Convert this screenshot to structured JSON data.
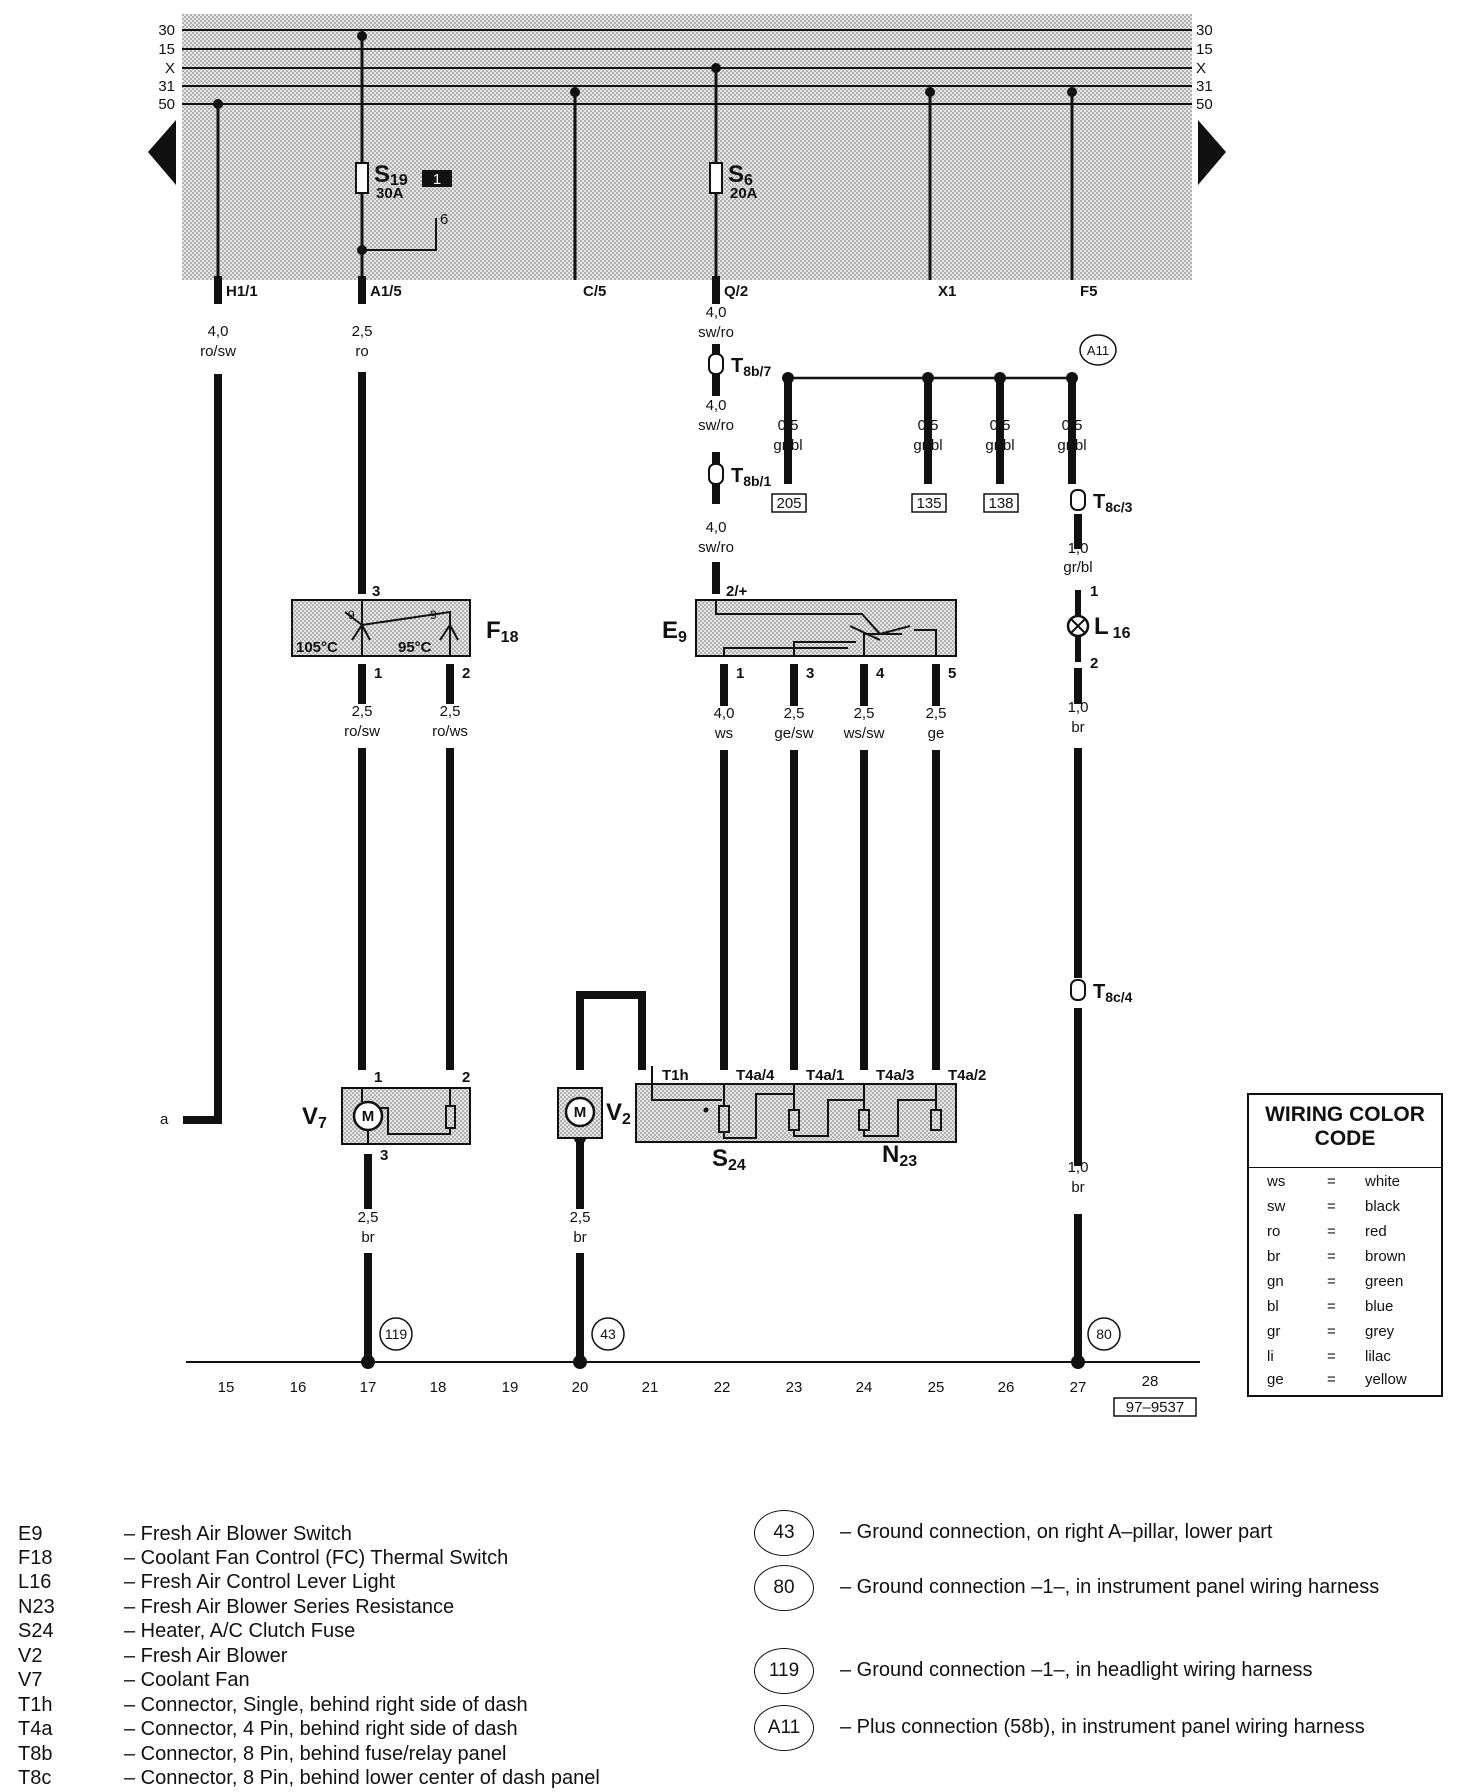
{
  "bus_labels": [
    "30",
    "15",
    "X",
    "31",
    "50"
  ],
  "fuses": [
    {
      "name": "S",
      "sub": "19",
      "rating": "30A"
    },
    {
      "name": "S",
      "sub": "6",
      "rating": "20A"
    }
  ],
  "fuse_tag": "1",
  "fuse_tap_label": "6",
  "panel_terminals": [
    "H1/1",
    "A1/5",
    "C/5",
    "Q/2",
    "X1",
    "F5"
  ],
  "wires": {
    "h11": [
      "4,0",
      "ro/sw"
    ],
    "a15": [
      "2,5",
      "ro"
    ],
    "q2a": [
      "4,0",
      "sw/ro"
    ],
    "q2b": [
      "4,0",
      "sw/ro"
    ],
    "q2c": [
      "4,0",
      "sw/ro"
    ],
    "b205": [
      "0,5",
      "gr/bl"
    ],
    "b135": [
      "0,5",
      "gr/bl"
    ],
    "b138": [
      "0,5",
      "gr/bl"
    ],
    "bA11": [
      "0,5",
      "gr/bl"
    ],
    "l16in": [
      "1,0",
      "gr/bl"
    ],
    "l16out": [
      "1,0",
      "br"
    ],
    "f18p1": [
      "2,5",
      "ro/sw"
    ],
    "f18p2": [
      "2,5",
      "ro/ws"
    ],
    "e9p1": [
      "4,0",
      "ws"
    ],
    "e9p3": [
      "2,5",
      "ge/sw"
    ],
    "e9p4": [
      "2,5",
      "ws/sw"
    ],
    "e9p5": [
      "2,5",
      "ge"
    ],
    "v7gnd": [
      "2,5",
      "br"
    ],
    "v2gnd": [
      "2,5",
      "br"
    ],
    "t8c4gnd": [
      "1,0",
      "br"
    ]
  },
  "connectors": {
    "t8b7": {
      "name": "T",
      "sub": "8b/7"
    },
    "t8b1": {
      "name": "T",
      "sub": "8b/1"
    },
    "t8c3": {
      "name": "T",
      "sub": "8c/3"
    },
    "t8c4": {
      "name": "T",
      "sub": "8c/4"
    },
    "t1h": "T1h",
    "t4a4": "T4a/4",
    "t4a1": "T4a/1",
    "t4a3": "T4a/3",
    "t4a2": "T4a/2"
  },
  "refs": [
    "205",
    "135",
    "138"
  ],
  "plus_connection": "A11",
  "components": {
    "f18": {
      "name": "F",
      "sub": "18",
      "temps": [
        "105°C",
        "95°C"
      ],
      "pins": [
        "3",
        "1",
        "2"
      ],
      "inner": [
        "9",
        "9"
      ]
    },
    "e9": {
      "name": "E",
      "sub": "9",
      "pins": [
        "2/+",
        "1",
        "3",
        "4",
        "5"
      ]
    },
    "l16": {
      "name": "L",
      "sub": "16",
      "pins": [
        "1",
        "2"
      ]
    },
    "v7": {
      "name": "V",
      "sub": "7",
      "pins": [
        "1",
        "2",
        "3"
      ],
      "motor": "M"
    },
    "v2": {
      "name": "V",
      "sub": "2",
      "motor": "M"
    },
    "s24": {
      "name": "S",
      "sub": "24"
    },
    "n23": {
      "name": "N",
      "sub": "23"
    }
  },
  "grounds_on_diagram": [
    "119",
    "43",
    "80"
  ],
  "wire_a": "a",
  "tracks": [
    "15",
    "16",
    "17",
    "18",
    "19",
    "20",
    "21",
    "22",
    "23",
    "24",
    "25",
    "26",
    "27",
    "28"
  ],
  "diagram_id": "97–9537",
  "legend": [
    {
      "code": "E9",
      "desc": "– Fresh Air Blower Switch"
    },
    {
      "code": "F18",
      "desc": "– Coolant Fan Control (FC) Thermal Switch"
    },
    {
      "code": "L16",
      "desc": "– Fresh Air Control Lever Light"
    },
    {
      "code": "N23",
      "desc": "– Fresh Air Blower Series Resistance"
    },
    {
      "code": "S24",
      "desc": "– Heater, A/C Clutch Fuse"
    },
    {
      "code": "V2",
      "desc": "– Fresh Air Blower"
    },
    {
      "code": "V7",
      "desc": "– Coolant Fan"
    },
    {
      "code": "T1h",
      "desc": "– Connector, Single, behind right side of dash"
    },
    {
      "code": "T4a",
      "desc": "– Connector, 4 Pin, behind right side of dash"
    },
    {
      "code": "T8b",
      "desc": "– Connector, 8 Pin, behind fuse/relay panel"
    },
    {
      "code": "T8c",
      "desc": "– Connector, 8 Pin, behind lower center of dash panel"
    }
  ],
  "ground_legend": [
    {
      "id": "43",
      "desc": "– Ground connection, on right A–pillar, lower part"
    },
    {
      "id": "80",
      "desc": "– Ground connection –1–, in instrument panel wiring harness"
    },
    {
      "id": "119",
      "desc": "– Ground connection –1–, in headlight wiring harness"
    },
    {
      "id": "A11",
      "desc": "– Plus connection (58b), in instrument panel wiring harness"
    }
  ],
  "color_code": {
    "title": "WIRING COLOR CODE",
    "rows": [
      {
        "abbr": "ws",
        "eq": "=",
        "name": "white"
      },
      {
        "abbr": "sw",
        "eq": "=",
        "name": "black"
      },
      {
        "abbr": "ro",
        "eq": "=",
        "name": "red"
      },
      {
        "abbr": "br",
        "eq": "=",
        "name": "brown"
      },
      {
        "abbr": "gn",
        "eq": "=",
        "name": "green"
      },
      {
        "abbr": "bl",
        "eq": "=",
        "name": "blue"
      },
      {
        "abbr": "gr",
        "eq": "=",
        "name": "grey"
      },
      {
        "abbr": "li",
        "eq": "=",
        "name": "lilac"
      },
      {
        "abbr": "ge",
        "eq": "=",
        "name": "yellow"
      }
    ]
  }
}
